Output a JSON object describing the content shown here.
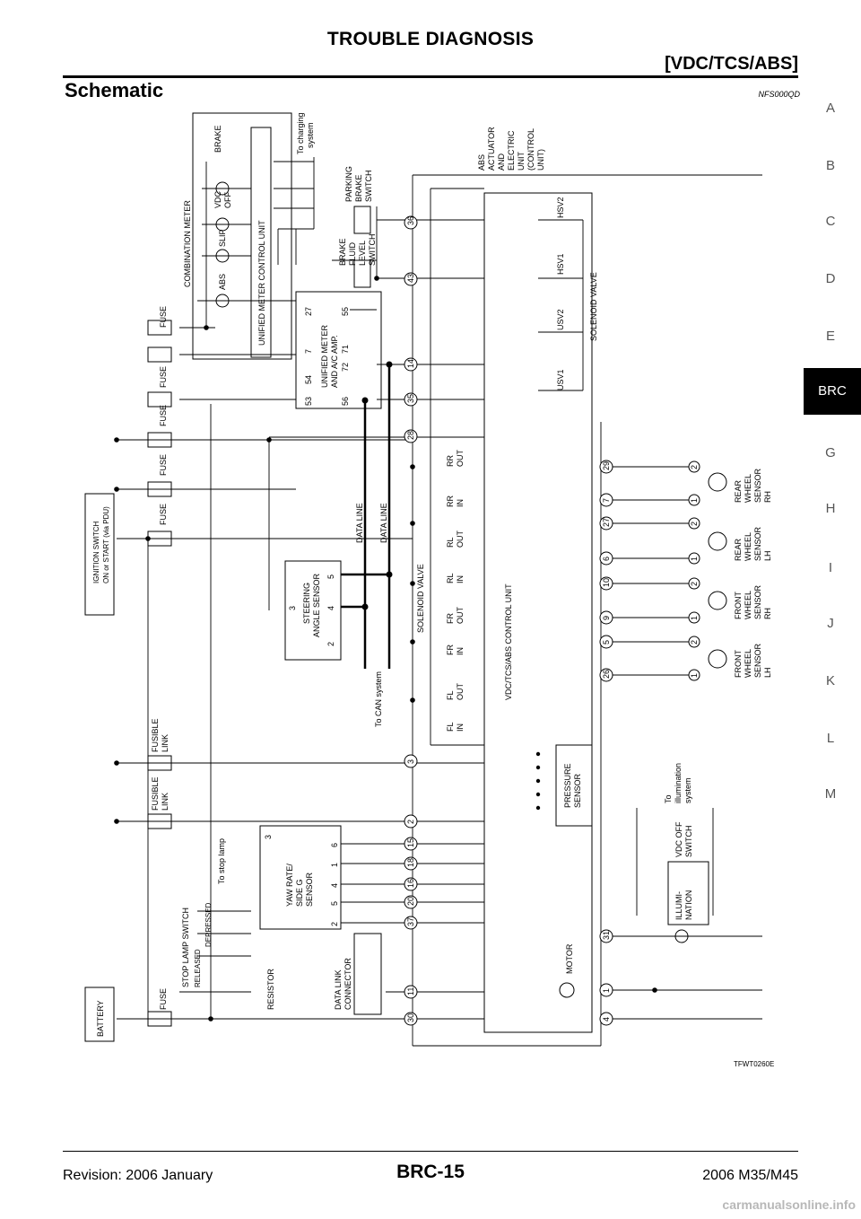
{
  "header": {
    "title": "TROUBLE DIAGNOSIS",
    "subtitle": "[VDC/TCS/ABS]"
  },
  "section": {
    "title": "Schematic",
    "code": "NFS000QD"
  },
  "side_tabs": {
    "items": [
      "A",
      "B",
      "C",
      "D",
      "E",
      "BRC",
      "G",
      "H",
      "I",
      "J",
      "K",
      "L",
      "M"
    ],
    "active": "BRC"
  },
  "diagram": {
    "figure_id": "TFWT0260E",
    "labels": {
      "combination_meter": "COMBINATION METER",
      "unified_meter_control_unit": "UNIFIED METER CONTROL UNIT",
      "brake": "BRAKE",
      "vdc_off_1": "VDC",
      "vdc_off_2": "OFF",
      "slip": "SLIP",
      "abs": "ABS",
      "to_charging_1": "To charging",
      "to_charging_2": "system",
      "parking_1": "PARKING",
      "parking_2": "BRAKE",
      "parking_3": "SWITCH",
      "fluid_1": "BRAKE",
      "fluid_2": "FLUID",
      "fluid_3": "LEVEL",
      "fluid_4": "SWITCH",
      "abs_act_1": "ABS",
      "abs_act_2": "ACTUATOR",
      "abs_act_3": "AND",
      "abs_act_4": "ELECTRIC",
      "abs_act_5": "UNIT",
      "abs_act_6": "(CONTROL",
      "abs_act_7": "UNIT)",
      "unified_amp_1": "UNIFIED METER",
      "unified_amp_2": "AND A/C AMP.",
      "ignition_1": "IGNITION SWITCH",
      "ignition_2": "ON or START (via PDU)",
      "fuse": "FUSE",
      "fusible_1": "FUSIBLE",
      "fusible_2": "LINK",
      "data_line": "DATA LINE",
      "steering_1": "STEERING",
      "steering_2": "ANGLE SENSOR",
      "to_can": "To CAN system",
      "solenoid_valve": "SOLENOID VALVE",
      "vdc_control_unit": "VDC/TCS/ABS CONTROL UNIT",
      "pressure_1": "PRESSURE",
      "pressure_2": "SENSOR",
      "yaw_1": "YAW RATE/",
      "yaw_2": "SIDE G",
      "yaw_3": "SENSOR",
      "to_stop_lamp": "To stop lamp",
      "stop_lamp_switch": "STOP LAMP SWITCH",
      "released": "RELEASED",
      "depressed": "DEPRESSED",
      "resistor": "RESISTOR",
      "dlc_1": "DATA LINK",
      "dlc_2": "CONNECTOR",
      "battery": "BATTERY",
      "motor": "MOTOR",
      "illum_1": "ILLUMI-",
      "illum_2": "NATION",
      "vdc_sw_1": "VDC OFF",
      "vdc_sw_2": "SWITCH",
      "to_illum_1": "To",
      "to_illum_2": "illumination",
      "to_illum_3": "system",
      "rr_wheel": [
        "REAR",
        "WHEEL",
        "SENSOR",
        "RH"
      ],
      "rl_wheel": [
        "REAR",
        "WHEEL",
        "SENSOR",
        "LH"
      ],
      "fr_wheel": [
        "FRONT",
        "WHEEL",
        "SENSOR",
        "RH"
      ],
      "fl_wheel": [
        "FRONT",
        "WHEEL",
        "SENSOR",
        "LH"
      ],
      "valves_top": [
        "USV1",
        "USV2",
        "HSV1",
        "HSV2"
      ],
      "valves_bottom": [
        [
          "RR",
          "OUT"
        ],
        [
          "RR",
          "IN"
        ],
        [
          "RL",
          "OUT"
        ],
        [
          "RL",
          "IN"
        ],
        [
          "FR",
          "OUT"
        ],
        [
          "FR",
          "IN"
        ],
        [
          "FL",
          "OUT"
        ],
        [
          "FL",
          "IN"
        ]
      ]
    },
    "terminals_top": [
      "36",
      "43",
      "14",
      "35",
      "28"
    ],
    "terminals_mid": [
      "3",
      "2",
      "15",
      "18",
      "16",
      "20",
      "37",
      "11",
      "30"
    ],
    "terminals_right": [
      "29",
      "7",
      "27",
      "6",
      "10",
      "9",
      "5",
      "26",
      "31",
      "1",
      "4"
    ],
    "amp_pins": [
      "27",
      "7",
      "54",
      "53",
      "55",
      "71",
      "72",
      "56"
    ],
    "steer_pins": [
      "3",
      "2",
      "4",
      "5"
    ],
    "yaw_pins": [
      "3",
      "6",
      "1",
      "4",
      "5",
      "2"
    ],
    "sensor_pins": [
      "2",
      "1"
    ]
  },
  "footer": {
    "revision": "Revision: 2006 January",
    "page": "BRC-15",
    "model": "2006 M35/M45"
  },
  "watermark": "carmanualsonline.info"
}
